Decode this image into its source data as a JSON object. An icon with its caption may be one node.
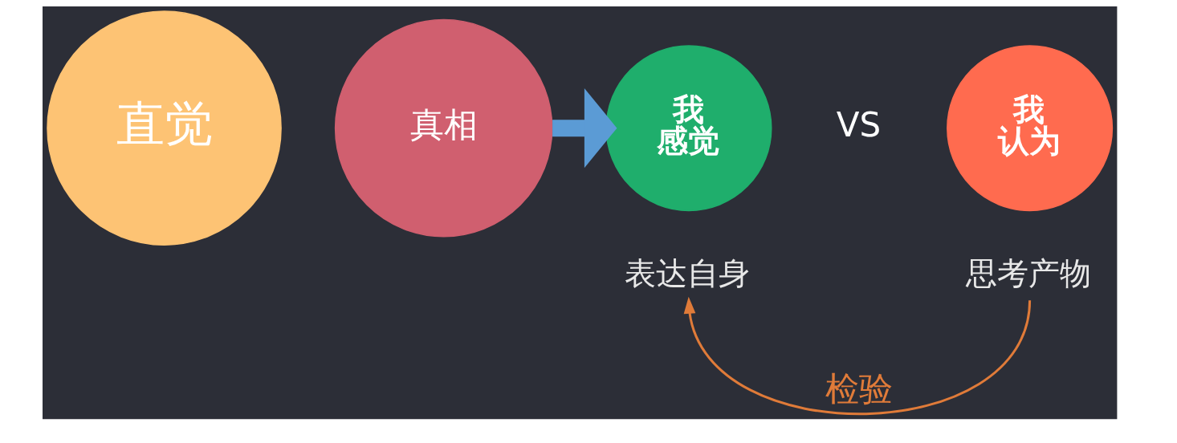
{
  "diagram": {
    "nodes": [
      {
        "text": [
          "直觉"
        ]
      },
      {
        "text": [
          "真相"
        ]
      },
      {
        "text": [
          "我感觉"
        ]
      },
      {
        "text": [
          "我认为"
        ]
      },
      {
        "text": [
          "表达自身"
        ]
      },
      {
        "text": [
          "思考产物"
        ]
      }
    ],
    "edges": [
      {
        "from": 1,
        "to": 2,
        "arrow": "to",
        "style": "thick",
        "color": "#5b9bd5"
      },
      {
        "from": 5,
        "to": 4,
        "arrow": "to",
        "label": "检验",
        "color": "#e07b39"
      }
    ],
    "labels": [
      "VS"
    ]
  }
}
